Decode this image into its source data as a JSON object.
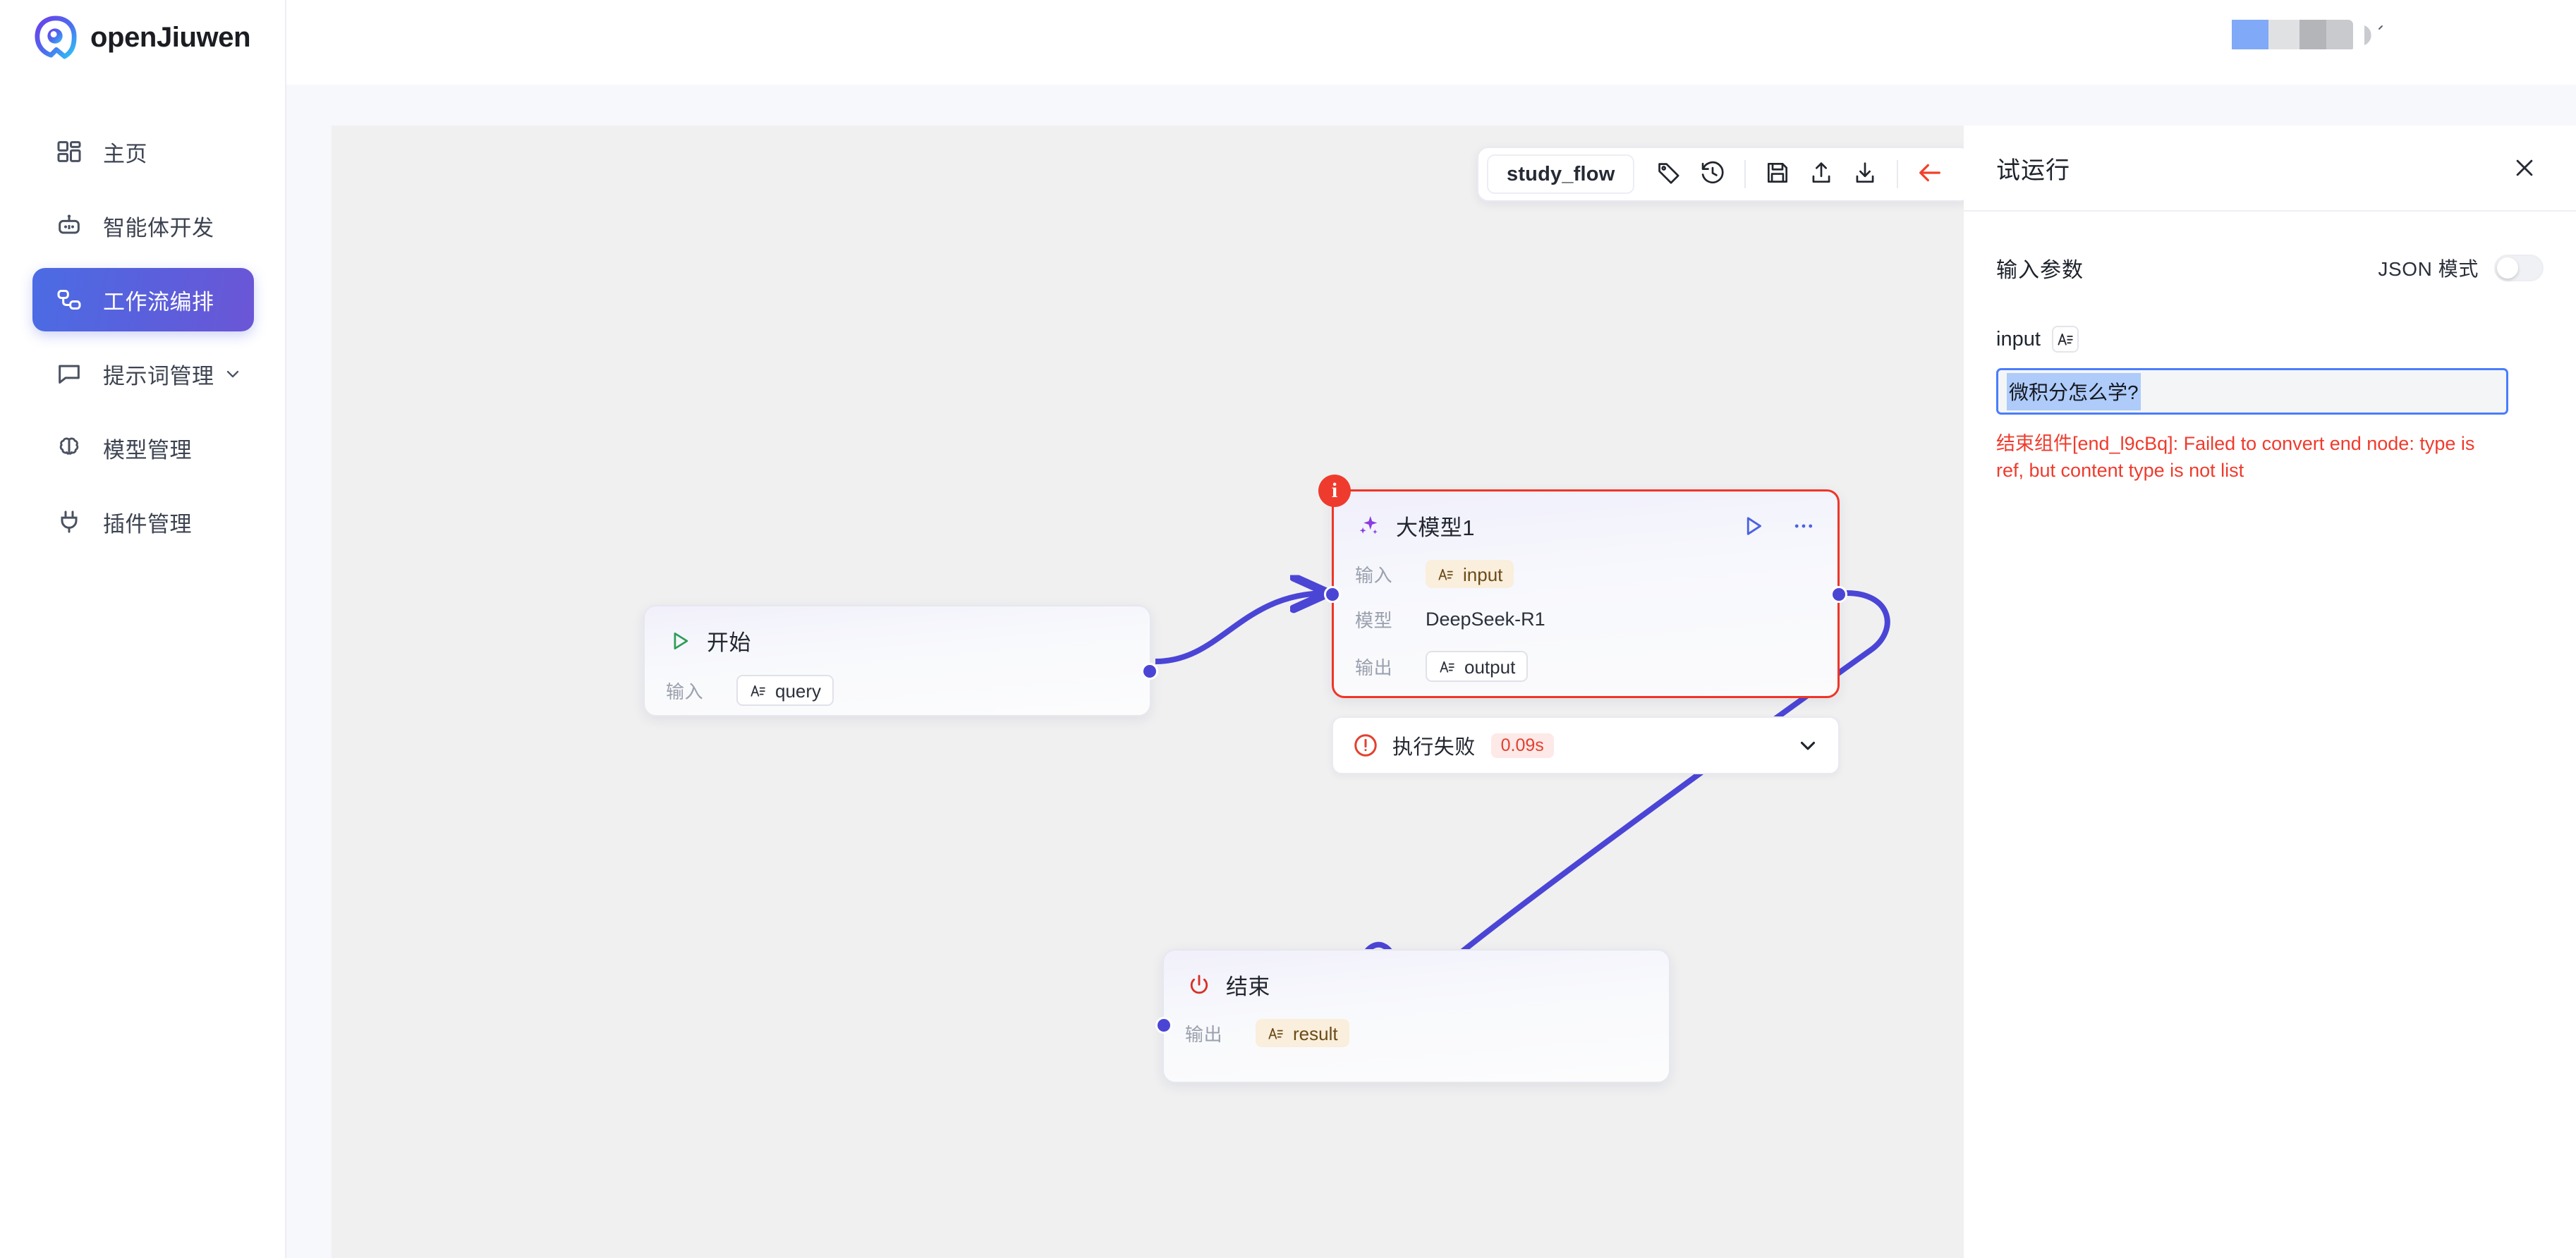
{
  "brand": {
    "name": "openJiuwen",
    "logo_icon": "jiuwen-logo-icon"
  },
  "sidebar": {
    "items": [
      {
        "label": "主页",
        "icon": "dashboard-icon",
        "active": false,
        "caret": false
      },
      {
        "label": "智能体开发",
        "icon": "robot-icon",
        "active": false,
        "caret": false
      },
      {
        "label": "工作流编排",
        "icon": "workflow-icon",
        "active": true,
        "caret": false
      },
      {
        "label": "提示词管理",
        "icon": "chat-bubble-icon",
        "active": false,
        "caret": true
      },
      {
        "label": "模型管理",
        "icon": "brain-icon",
        "active": false,
        "caret": false
      },
      {
        "label": "插件管理",
        "icon": "plug-icon",
        "active": false,
        "caret": false
      }
    ]
  },
  "flow_toolbar": {
    "flow_name": "study_flow",
    "buttons": [
      {
        "icon": "tag-icon",
        "name": "tag-button"
      },
      {
        "icon": "history-icon",
        "name": "history-button"
      },
      {
        "icon": "save-icon",
        "name": "save-button"
      },
      {
        "icon": "upload-icon",
        "name": "import-button"
      },
      {
        "icon": "download-icon",
        "name": "export-button"
      },
      {
        "icon": "back-arrow-icon",
        "name": "back-button"
      }
    ]
  },
  "canvas": {
    "nodes": [
      {
        "id": "start",
        "title": "开始",
        "icon": "play-triangle-icon",
        "rows": [
          {
            "key": "输入",
            "value": "query",
            "style": "outline",
            "type_icon": "text-type-icon"
          }
        ]
      },
      {
        "id": "llm",
        "title": "大模型1",
        "icon": "sparkle-icon",
        "badge": "i",
        "actions": [
          {
            "icon": "run-play-icon",
            "name": "node-run-button"
          },
          {
            "icon": "more-dots-icon",
            "name": "node-more-button"
          }
        ],
        "rows": [
          {
            "key": "输入",
            "value": "input",
            "style": "amber",
            "type_icon": "text-type-icon"
          },
          {
            "key": "模型",
            "value": "DeepSeek-R1",
            "style": "plain"
          },
          {
            "key": "输出",
            "value": "output",
            "style": "outline",
            "type_icon": "text-type-icon"
          }
        ]
      },
      {
        "id": "end",
        "title": "结束",
        "icon": "power-icon",
        "rows": [
          {
            "key": "输出",
            "value": "result",
            "style": "amber",
            "type_icon": "text-type-icon"
          }
        ]
      }
    ],
    "status_bar": {
      "icon": "error-circle-icon",
      "label": "执行失败",
      "duration": "0.09s",
      "caret": "chevron-down-icon"
    },
    "edge_color": "#4b45d6"
  },
  "run_panel": {
    "title": "试运行",
    "close_icon": "close-icon",
    "params_title": "输入参数",
    "json_mode_label": "JSON 模式",
    "json_mode_on": false,
    "field": {
      "label": "input",
      "type_icon": "text-type-icon",
      "value": "微积分怎么学?",
      "placeholder": "",
      "selected": true
    },
    "error_message": "结束组件[end_l9cBq]: Failed to convert end node: type is ref, but content type is not list"
  },
  "theme": {
    "accent": "#4f62de",
    "error": "#ef3b2d",
    "edge": "#4b45d6",
    "amber_chip_bg": "#faeedc",
    "selection_bg": "#aecbfa"
  }
}
